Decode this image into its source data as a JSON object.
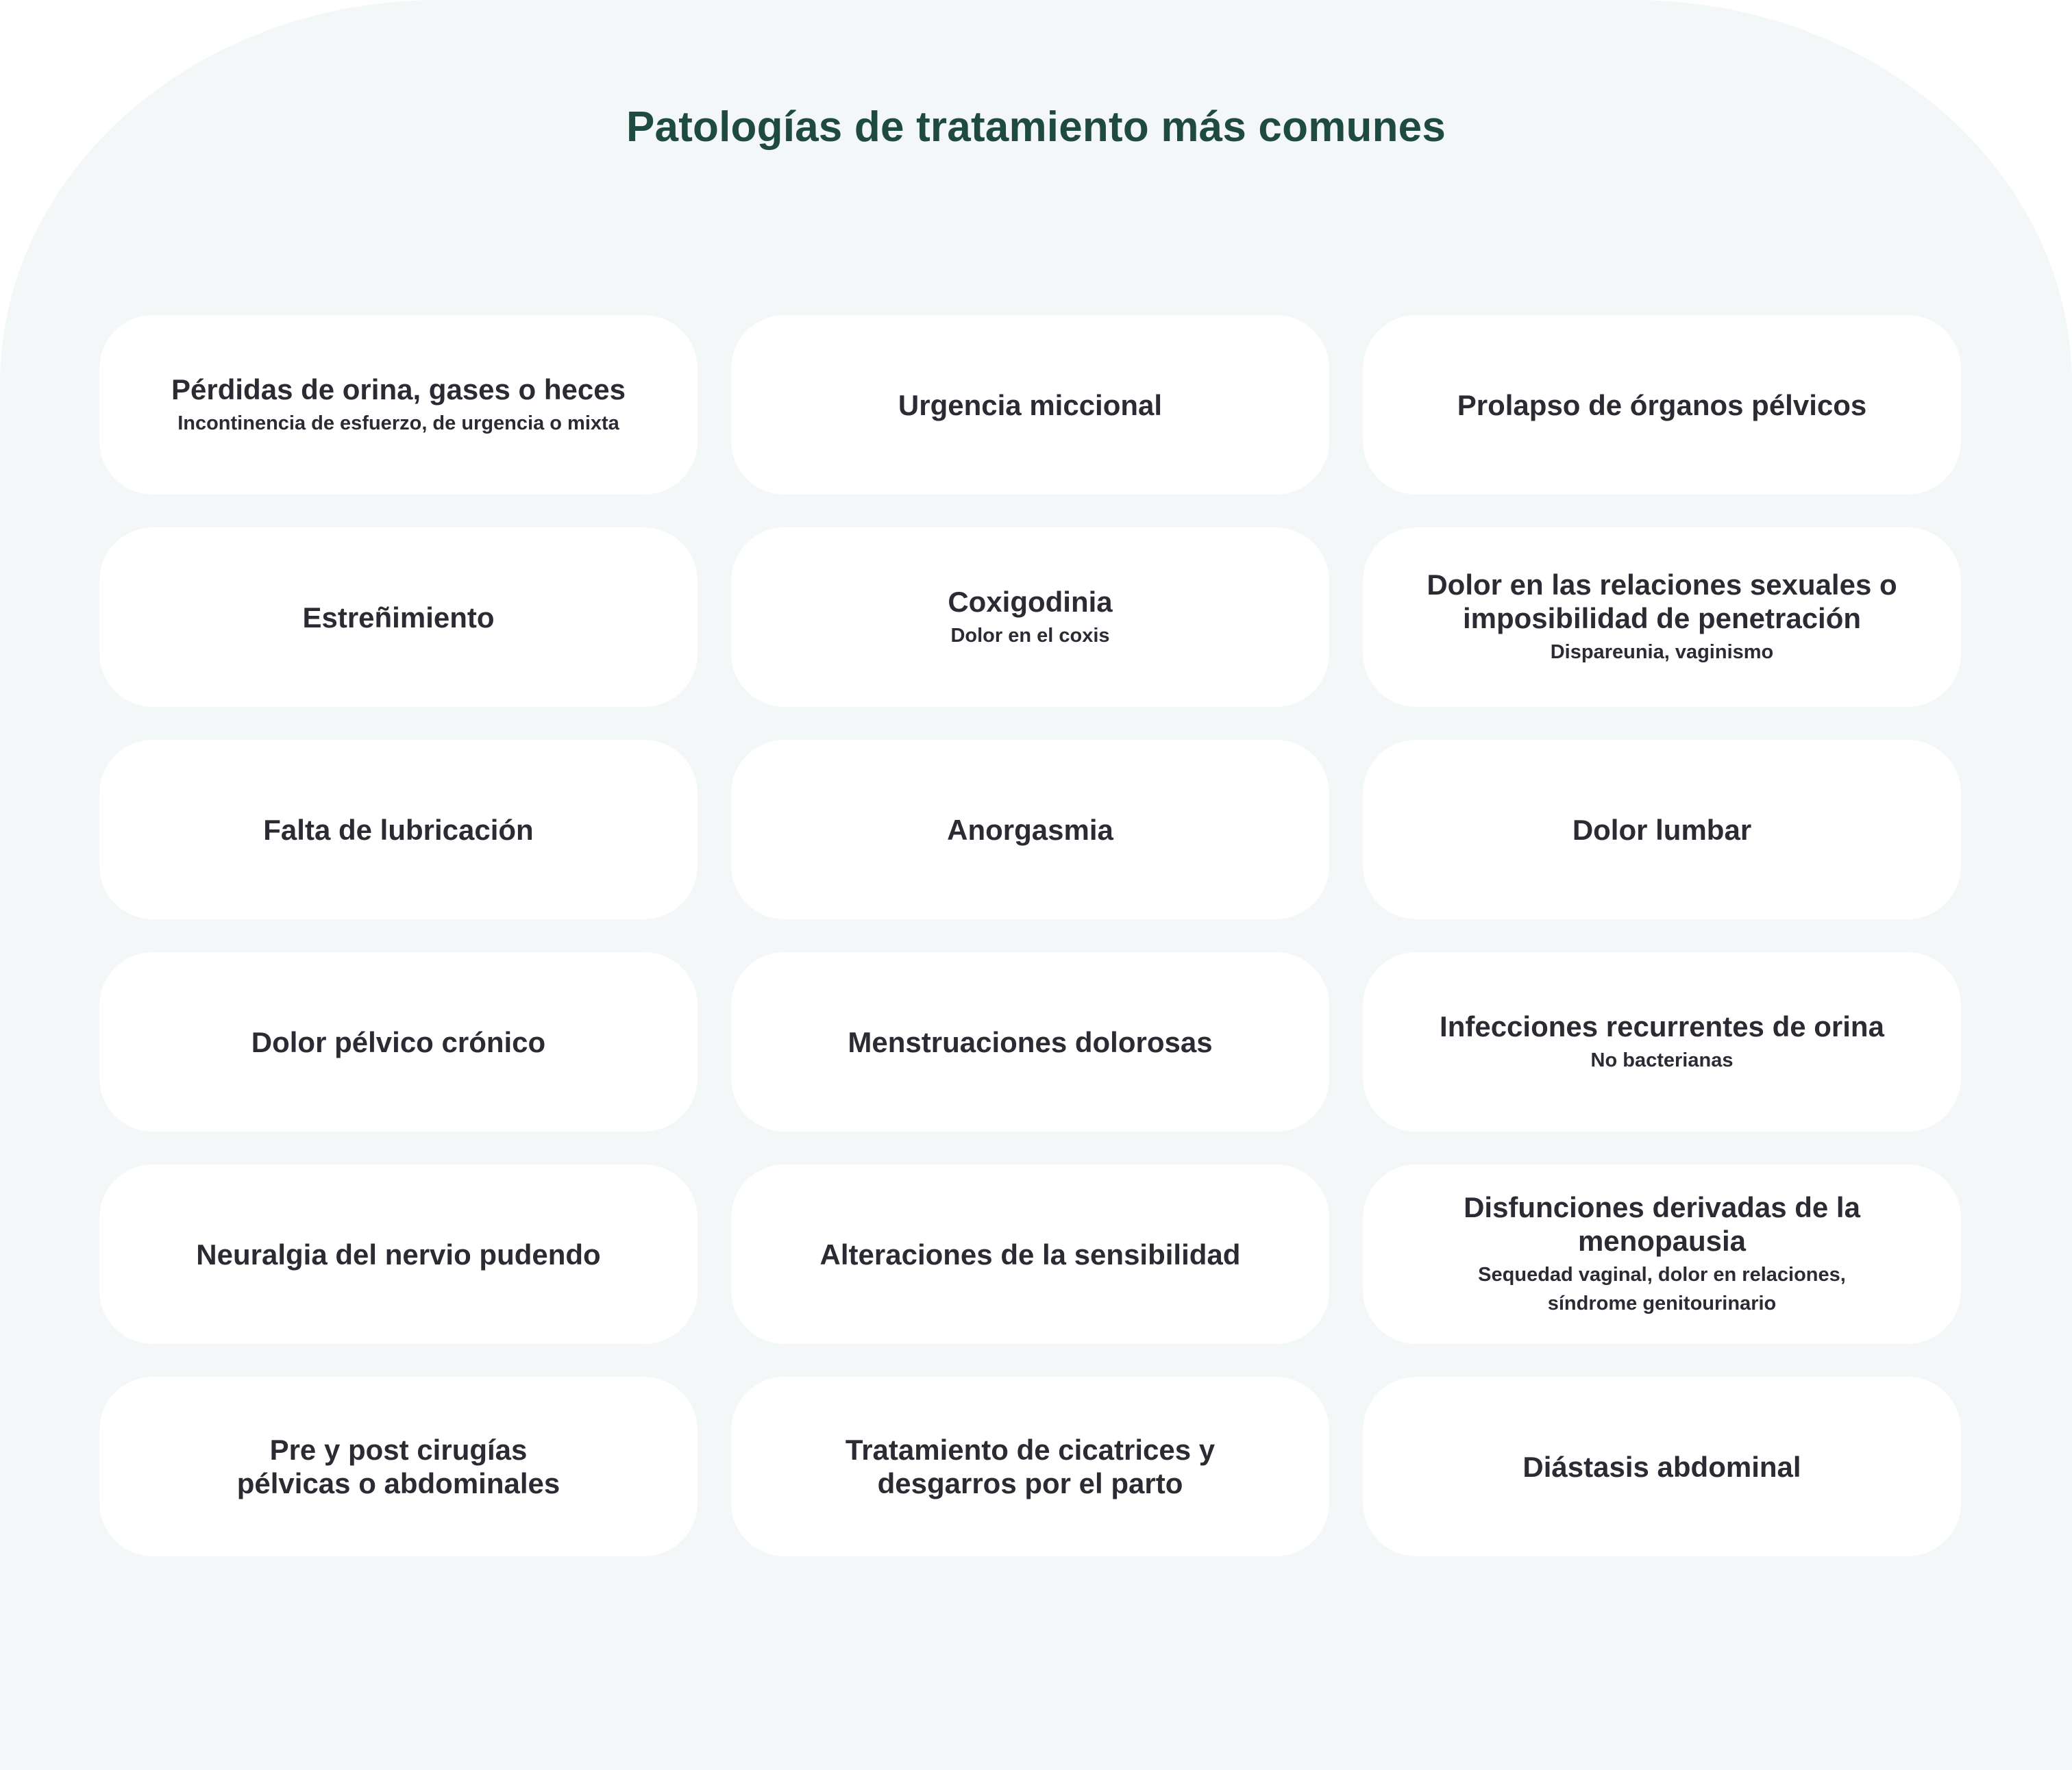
{
  "title": "Patologías de tratamiento más comunes",
  "cards": [
    {
      "title": "Pérdidas de orina, gases o heces",
      "subtitle": "Incontinencia de esfuerzo, de urgencia o mixta"
    },
    {
      "title": "Urgencia miccional",
      "subtitle": ""
    },
    {
      "title": "Prolapso de órganos pélvicos",
      "subtitle": ""
    },
    {
      "title": "Estreñimiento",
      "subtitle": ""
    },
    {
      "title": "Coxigodinia",
      "subtitle": "Dolor en el coxis"
    },
    {
      "title": "Dolor en las relaciones sexuales o\nimposibilidad de penetración",
      "subtitle": "Dispareunia, vaginismo"
    },
    {
      "title": "Falta de lubricación",
      "subtitle": ""
    },
    {
      "title": "Anorgasmia",
      "subtitle": ""
    },
    {
      "title": "Dolor lumbar",
      "subtitle": ""
    },
    {
      "title": "Dolor pélvico crónico",
      "subtitle": ""
    },
    {
      "title": "Menstruaciones dolorosas",
      "subtitle": ""
    },
    {
      "title": "Infecciones recurrentes de orina",
      "subtitle": "No bacterianas"
    },
    {
      "title": "Neuralgia del nervio pudendo",
      "subtitle": ""
    },
    {
      "title": "Alteraciones de la sensibilidad",
      "subtitle": ""
    },
    {
      "title": "Disfunciones derivadas de la\nmenopausia",
      "subtitle": "Sequedad vaginal, dolor en relaciones,\nsíndrome genitourinario"
    },
    {
      "title": "Pre y post cirugías\npélvicas o abdominales",
      "subtitle": ""
    },
    {
      "title": "Tratamiento de cicatrices y\ndesgarros por el parto",
      "subtitle": ""
    },
    {
      "title": "Diástasis abdominal",
      "subtitle": ""
    }
  ],
  "colors": {
    "page_background": "#ffffff",
    "panel_background": "#f3f7f7",
    "card_background": "#ffffff",
    "title_color": "#1f4a42",
    "text_color": "#2a2b33"
  }
}
